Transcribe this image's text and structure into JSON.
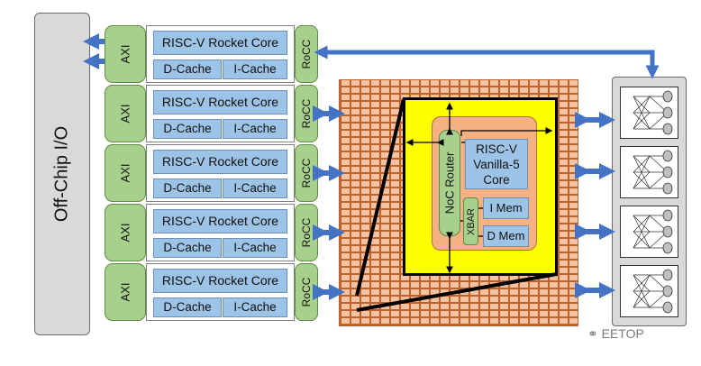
{
  "offchip": {
    "label": "Off-Chip I/O"
  },
  "tiles": [
    {
      "axi": "AXI",
      "core": "RISC-V Rocket Core",
      "dcache": "D-Cache",
      "icache": "I-Cache",
      "rocc": "RoCC"
    },
    {
      "axi": "AXI",
      "core": "RISC-V Rocket Core",
      "dcache": "D-Cache",
      "icache": "I-Cache",
      "rocc": "RoCC"
    },
    {
      "axi": "AXI",
      "core": "RISC-V Rocket Core",
      "dcache": "D-Cache",
      "icache": "I-Cache",
      "rocc": "RoCC"
    },
    {
      "axi": "AXI",
      "core": "RISC-V Rocket Core",
      "dcache": "D-Cache",
      "icache": "I-Cache",
      "rocc": "RoCC"
    },
    {
      "axi": "AXI",
      "core": "RISC-V Rocket Core",
      "dcache": "D-Cache",
      "icache": "I-Cache",
      "rocc": "RoCC"
    }
  ],
  "manycore": {
    "noc_router": "NoC Router",
    "core_line1": "RISC-V",
    "core_line2": "Vanilla-5",
    "core_line3": "Core",
    "xbar": "XBAR",
    "imem": "I Mem",
    "dmem": "D Mem"
  },
  "watermark": {
    "text": "EETOP"
  },
  "colors": {
    "axi_green": "#a8d08d",
    "core_blue": "#9dc3e6",
    "arrow_blue": "#4472c4",
    "mesh_orange": "#c2612a",
    "highlight_yellow": "#ffff00",
    "tile_orange": "#f4b183",
    "panel_gray": "#d9d9d9"
  }
}
